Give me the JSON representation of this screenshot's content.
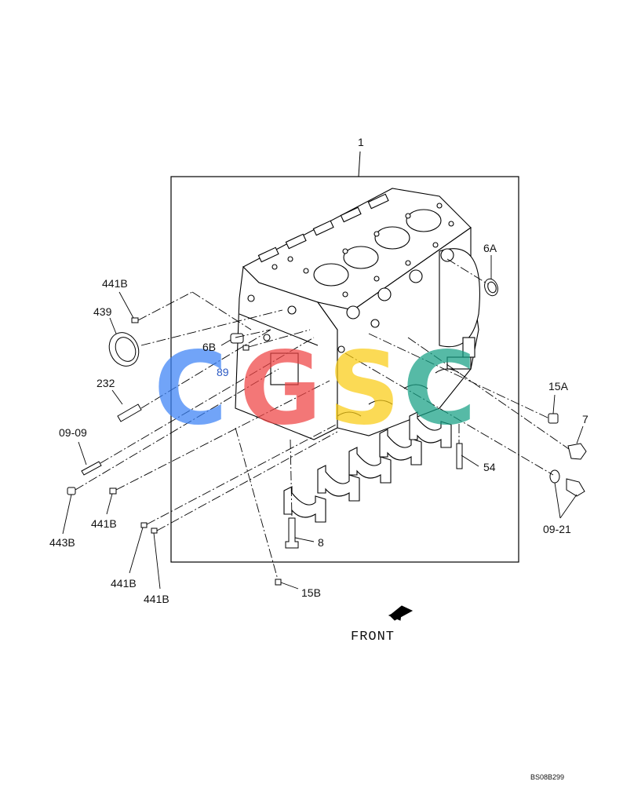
{
  "callouts": {
    "c1": "1",
    "c6A": "6A",
    "c441B_top": "441B",
    "c439": "439",
    "c6B": "6B",
    "c89": "89",
    "c232": "232",
    "c15A": "15A",
    "c7": "7",
    "c09_09": "09-09",
    "c54": "54",
    "c443B": "443B",
    "c441B_mid": "441B",
    "c8": "8",
    "c09_21": "09-21",
    "c441B_low1": "441B",
    "c441B_low2": "441B",
    "c15B": "15B"
  },
  "front_label": "FRONT",
  "doc_code": "BS08B299",
  "watermark": {
    "letters": [
      "C",
      "G",
      "S",
      "C"
    ],
    "colors": [
      "#3b82f6",
      "#ef4444",
      "#facc15",
      "#16a085"
    ]
  }
}
